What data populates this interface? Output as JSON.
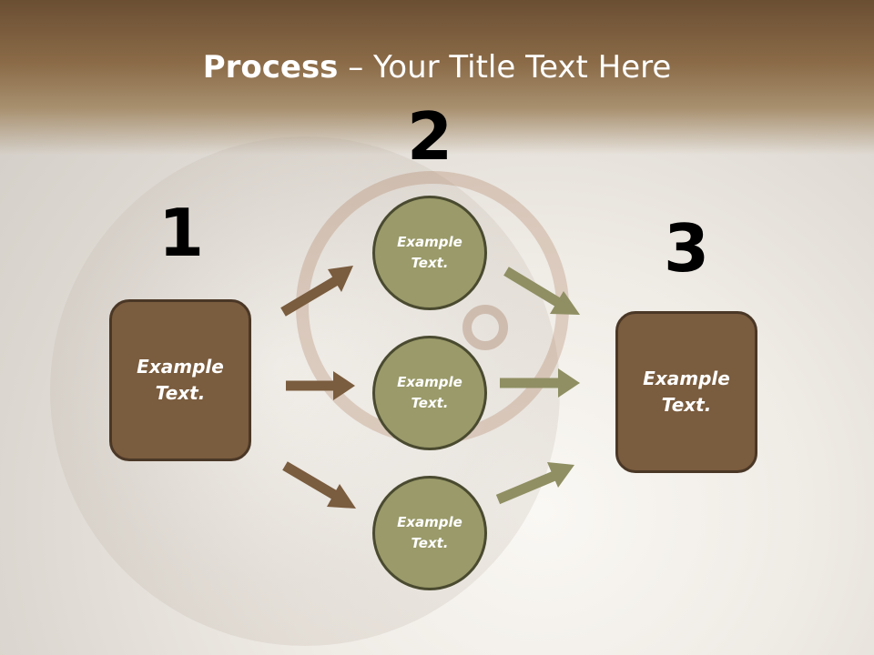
{
  "title": {
    "bold": "Process",
    "rest": " – Your Title Text Here"
  },
  "steps": [
    {
      "number": "1",
      "text": "Example\nText."
    },
    {
      "number": "2",
      "items": [
        "Example\nText.",
        "Example\nText.",
        "Example\nText."
      ]
    },
    {
      "number": "3",
      "text": "Example\nText."
    }
  ],
  "colors": {
    "brown_box": "#7a5c3e",
    "olive_circle": "#9a9a6a",
    "brown_arrow": "#7a5c3e",
    "olive_arrow": "#8f8f63"
  }
}
